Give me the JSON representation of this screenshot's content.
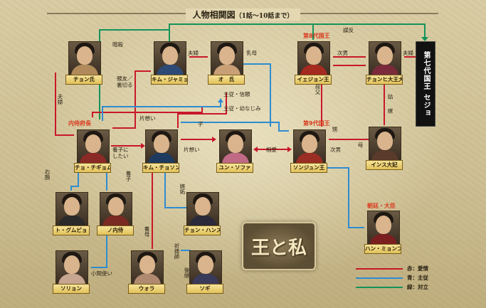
{
  "title": {
    "main": "人物相関図",
    "range": "（1話～10話まで）"
  },
  "colors": {
    "love": "#c8182a",
    "master_servant": "#2e8cd0",
    "conflict": "#14935a",
    "label_red": "#d93a1e"
  },
  "characters": {
    "chon": "チョン氏",
    "kim_jamiyon": "キム・ジャミョン",
    "o": "オ　氏",
    "iejon": "イェジョン王",
    "chonhi": "チョンヒ大王大妃",
    "cho_chigyom": "チョ・チギョム",
    "kim_chosun": "キム・チョソン",
    "yun_sofa": "ユン・ソファ",
    "sonjon": "ソンジュン王",
    "insu": "インス大妃",
    "do_gumpyo": "ト・グムピョ",
    "no_naeshi": "ノ内侍",
    "chon_hansu": "チョン・ハンス",
    "han_myonfe": "ハン・ミョンフェ",
    "sorion": "ソリョン",
    "wora": "ウォラ",
    "sogi": "ソギ"
  },
  "king7": "第七代国王 セジョ",
  "groups": {
    "naeshi": "内侍府長",
    "king8": "第8代国王",
    "king9": "第9代国王",
    "court": "朝廷・大臣"
  },
  "relations": {
    "ansatsu": "暗殺",
    "muhon": "謀反",
    "fufu1": "夫婦",
    "fufu2": "夫婦",
    "fufu3": "夫婦",
    "uba": "乳母",
    "jinan1": "次男",
    "jinan2": "次男",
    "shinyu": "親友／\n裏切る",
    "shuju_shinrai": "主従・信頼",
    "shuju_osana": "主従・幼なじみ",
    "kataomoi1": "片想い",
    "kataomoi2": "片想い",
    "ko": "子",
    "yoshi": "養子に\nしたい",
    "soai": "相愛",
    "shufu": "叔父",
    "oi": "甥",
    "haha": "母",
    "shu": "姑",
    "yome": "嫁",
    "uwan": "右腕",
    "yoshi2": "養子",
    "shitto": "嫉妬",
    "yobo": "養母",
    "kitoshi": "祈祷師",
    "kokei": "後継",
    "komazukai": "小間使い"
  },
  "logo": "王と私",
  "legend": [
    {
      "text": "赤：愛情",
      "color": "#c8182a"
    },
    {
      "text": "青：主従",
      "color": "#2e8cd0"
    },
    {
      "text": "緑：対立",
      "color": "#14935a"
    }
  ]
}
